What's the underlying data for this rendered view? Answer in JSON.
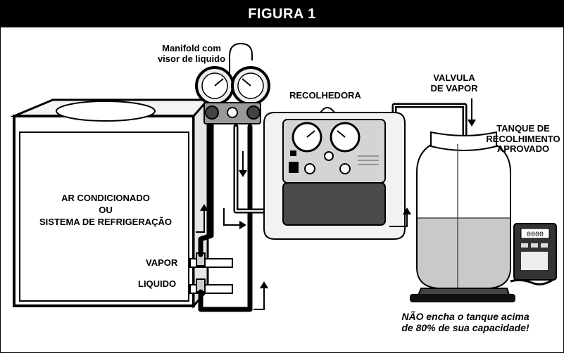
{
  "title": "FIGURA 1",
  "labels": {
    "manifold_l1": "Manifold com",
    "manifold_l2": "visor de liquido",
    "recolhedora": "RECOLHEDORA",
    "valvula_l1": "VALVULA",
    "valvula_l2": "DE VAPOR",
    "tanque_l1": "TANQUE DE",
    "tanque_l2": "RECOLHIMENTO",
    "tanque_l3": "APROVADO",
    "system_l1": "AR CONDICIONADO",
    "system_l2": "OU",
    "system_l3": "SISTEMA DE REFRIGERAÇÃO",
    "vapor": "VAPOR",
    "liquido": "LIQUIDO",
    "warning_l1": "NÃO encha o tanque acima",
    "warning_l2": "de 80% de sua capacidade!"
  },
  "scale": {
    "display": "0000"
  },
  "colors": {
    "hose": "#000000",
    "machine_body": "#d4d4d4",
    "machine_lower": "#4a4a4a",
    "liquid": "#c9c9c9"
  }
}
